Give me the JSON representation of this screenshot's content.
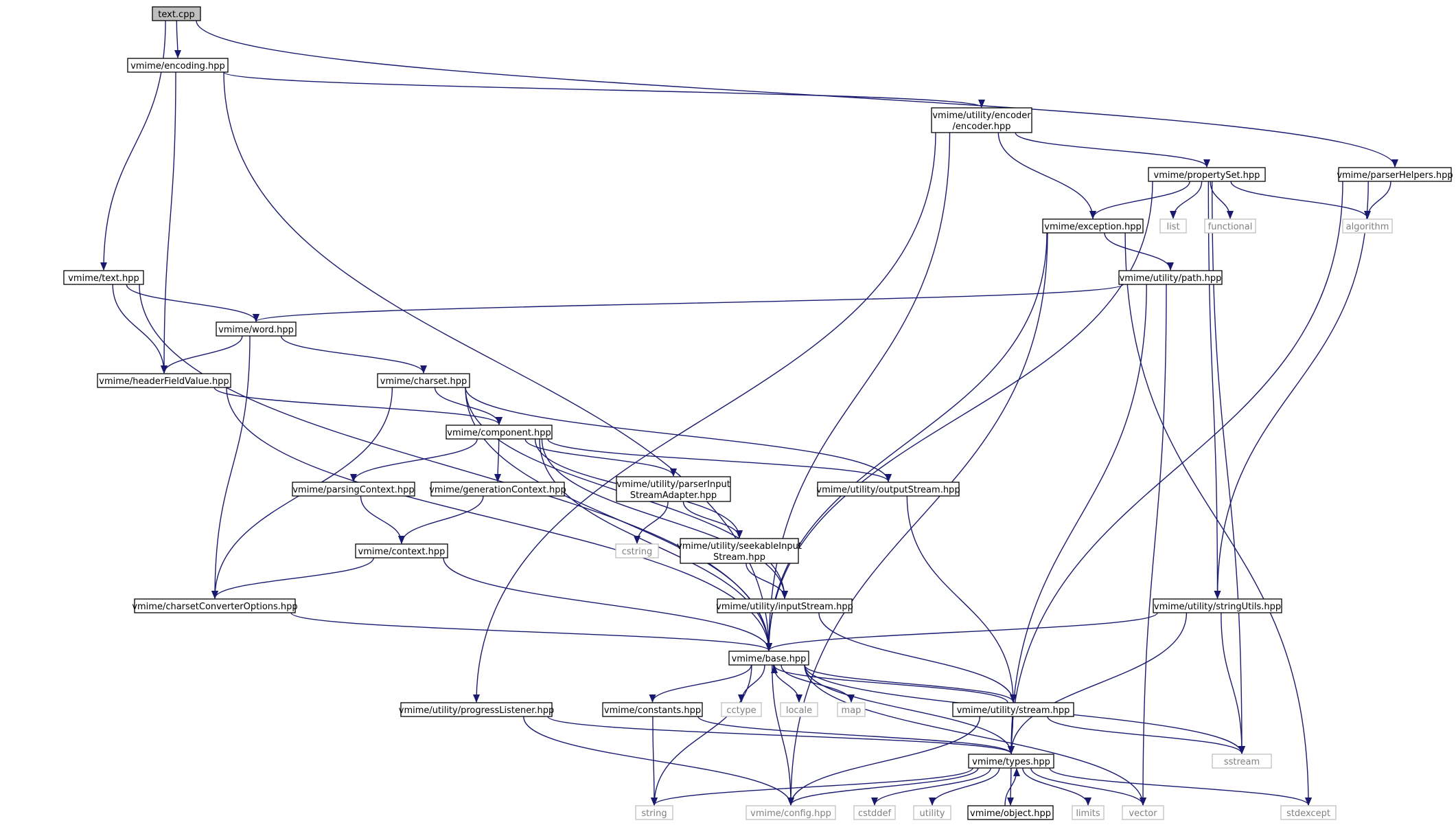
{
  "diagram": {
    "colors": {
      "edge": "#191970",
      "node_border": "#000000",
      "node_fill": "#ffffff",
      "root_fill": "#bfbfbf",
      "system_border": "#bfbfbf",
      "system_text": "#7f7f7f",
      "text": "#000000"
    },
    "nodes": [
      {
        "id": "n0",
        "label": "text.cpp",
        "kind": "root"
      },
      {
        "id": "n1",
        "label": "vmime/encoding.hpp",
        "kind": "project"
      },
      {
        "id": "n2",
        "label": "vmime/utility/encoder\n/encoder.hpp",
        "kind": "project"
      },
      {
        "id": "n3",
        "label": "vmime/parserHelpers.hpp",
        "kind": "project"
      },
      {
        "id": "n4",
        "label": "vmime/propertySet.hpp",
        "kind": "project"
      },
      {
        "id": "n5",
        "label": "vmime/exception.hpp",
        "kind": "project"
      },
      {
        "id": "n6",
        "label": "list",
        "kind": "system"
      },
      {
        "id": "n7",
        "label": "functional",
        "kind": "system"
      },
      {
        "id": "n8",
        "label": "algorithm",
        "kind": "system"
      },
      {
        "id": "n9",
        "label": "vmime/text.hpp",
        "kind": "project"
      },
      {
        "id": "n10",
        "label": "vmime/utility/path.hpp",
        "kind": "project"
      },
      {
        "id": "n11",
        "label": "vmime/word.hpp",
        "kind": "project"
      },
      {
        "id": "n12",
        "label": "vmime/headerFieldValue.hpp",
        "kind": "project"
      },
      {
        "id": "n13",
        "label": "vmime/charset.hpp",
        "kind": "project"
      },
      {
        "id": "n14",
        "label": "vmime/component.hpp",
        "kind": "project"
      },
      {
        "id": "n15",
        "label": "vmime/parsingContext.hpp",
        "kind": "project"
      },
      {
        "id": "n16",
        "label": "vmime/generationContext.hpp",
        "kind": "project"
      },
      {
        "id": "n17",
        "label": "vmime/utility/parserInput\nStreamAdapter.hpp",
        "kind": "project"
      },
      {
        "id": "n18",
        "label": "vmime/utility/outputStream.hpp",
        "kind": "project"
      },
      {
        "id": "n19",
        "label": "cstring",
        "kind": "system"
      },
      {
        "id": "n20",
        "label": "vmime/utility/seekableInput\nStream.hpp",
        "kind": "project"
      },
      {
        "id": "n21",
        "label": "vmime/context.hpp",
        "kind": "project"
      },
      {
        "id": "n22",
        "label": "vmime/charsetConverterOptions.hpp",
        "kind": "project"
      },
      {
        "id": "n23",
        "label": "vmime/utility/inputStream.hpp",
        "kind": "project"
      },
      {
        "id": "n24",
        "label": "vmime/utility/stringUtils.hpp",
        "kind": "project"
      },
      {
        "id": "n25",
        "label": "vmime/base.hpp",
        "kind": "project"
      },
      {
        "id": "n26",
        "label": "vmime/utility/progressListener.hpp",
        "kind": "project"
      },
      {
        "id": "n27",
        "label": "vmime/constants.hpp",
        "kind": "project"
      },
      {
        "id": "n28",
        "label": "cctype",
        "kind": "system"
      },
      {
        "id": "n29",
        "label": "locale",
        "kind": "system"
      },
      {
        "id": "n30",
        "label": "map",
        "kind": "system"
      },
      {
        "id": "n31",
        "label": "vmime/utility/stream.hpp",
        "kind": "project"
      },
      {
        "id": "n32",
        "label": "vmime/types.hpp",
        "kind": "project"
      },
      {
        "id": "n33",
        "label": "sstream",
        "kind": "system"
      },
      {
        "id": "n34",
        "label": "string",
        "kind": "system"
      },
      {
        "id": "n35",
        "label": "vmime/config.hpp",
        "kind": "system"
      },
      {
        "id": "n36",
        "label": "cstddef",
        "kind": "system"
      },
      {
        "id": "n37",
        "label": "utility",
        "kind": "system"
      },
      {
        "id": "n38",
        "label": "vmime/object.hpp",
        "kind": "project"
      },
      {
        "id": "n39",
        "label": "limits",
        "kind": "system"
      },
      {
        "id": "n40",
        "label": "vector",
        "kind": "system"
      },
      {
        "id": "n41",
        "label": "stdexcept",
        "kind": "system"
      }
    ],
    "edges": [
      [
        "n0",
        "n1"
      ],
      [
        "n0",
        "n9"
      ],
      [
        "n0",
        "n3"
      ],
      [
        "n1",
        "n2"
      ],
      [
        "n1",
        "n12"
      ],
      [
        "n1",
        "n25"
      ],
      [
        "n2",
        "n25"
      ],
      [
        "n2",
        "n4"
      ],
      [
        "n2",
        "n5"
      ],
      [
        "n2",
        "n26"
      ],
      [
        "n3",
        "n8"
      ],
      [
        "n3",
        "n24"
      ],
      [
        "n3",
        "n32"
      ],
      [
        "n4",
        "n25"
      ],
      [
        "n4",
        "n5"
      ],
      [
        "n4",
        "n6"
      ],
      [
        "n4",
        "n7"
      ],
      [
        "n4",
        "n8"
      ],
      [
        "n4",
        "n24"
      ],
      [
        "n4",
        "n33"
      ],
      [
        "n5",
        "n25"
      ],
      [
        "n5",
        "n10"
      ],
      [
        "n5",
        "n41"
      ],
      [
        "n5",
        "n35"
      ],
      [
        "n9",
        "n11"
      ],
      [
        "n9",
        "n12"
      ],
      [
        "n9",
        "n25"
      ],
      [
        "n10",
        "n11"
      ],
      [
        "n10",
        "n32"
      ],
      [
        "n10",
        "n40"
      ],
      [
        "n11",
        "n12"
      ],
      [
        "n11",
        "n13"
      ],
      [
        "n11",
        "n22"
      ],
      [
        "n12",
        "n14"
      ],
      [
        "n12",
        "n25"
      ],
      [
        "n13",
        "n14"
      ],
      [
        "n13",
        "n22"
      ],
      [
        "n13",
        "n25"
      ],
      [
        "n13",
        "n23"
      ],
      [
        "n13",
        "n18"
      ],
      [
        "n14",
        "n15"
      ],
      [
        "n14",
        "n16"
      ],
      [
        "n14",
        "n17"
      ],
      [
        "n14",
        "n18"
      ],
      [
        "n14",
        "n20"
      ],
      [
        "n14",
        "n23"
      ],
      [
        "n14",
        "n25"
      ],
      [
        "n15",
        "n21"
      ],
      [
        "n16",
        "n21"
      ],
      [
        "n17",
        "n19"
      ],
      [
        "n17",
        "n20"
      ],
      [
        "n18",
        "n31"
      ],
      [
        "n20",
        "n23"
      ],
      [
        "n21",
        "n22"
      ],
      [
        "n21",
        "n25"
      ],
      [
        "n22",
        "n25"
      ],
      [
        "n23",
        "n31"
      ],
      [
        "n24",
        "n25"
      ],
      [
        "n24",
        "n32"
      ],
      [
        "n24",
        "n33"
      ],
      [
        "n25",
        "n27"
      ],
      [
        "n25",
        "n28"
      ],
      [
        "n25",
        "n29"
      ],
      [
        "n25",
        "n30"
      ],
      [
        "n25",
        "n31"
      ],
      [
        "n25",
        "n32"
      ],
      [
        "n25",
        "n33"
      ],
      [
        "n25",
        "n34"
      ],
      [
        "n25",
        "n35"
      ],
      [
        "n25",
        "n40"
      ],
      [
        "n26",
        "n32"
      ],
      [
        "n26",
        "n35"
      ],
      [
        "n27",
        "n34"
      ],
      [
        "n27",
        "n32"
      ],
      [
        "n31",
        "n25"
      ],
      [
        "n31",
        "n32"
      ],
      [
        "n31",
        "n33"
      ],
      [
        "n31",
        "n35"
      ],
      [
        "n32",
        "n34"
      ],
      [
        "n32",
        "n35"
      ],
      [
        "n32",
        "n36"
      ],
      [
        "n32",
        "n37"
      ],
      [
        "n32",
        "n38"
      ],
      [
        "n32",
        "n39"
      ],
      [
        "n32",
        "n40"
      ],
      [
        "n32",
        "n41"
      ],
      [
        "n38",
        "n32"
      ]
    ]
  }
}
